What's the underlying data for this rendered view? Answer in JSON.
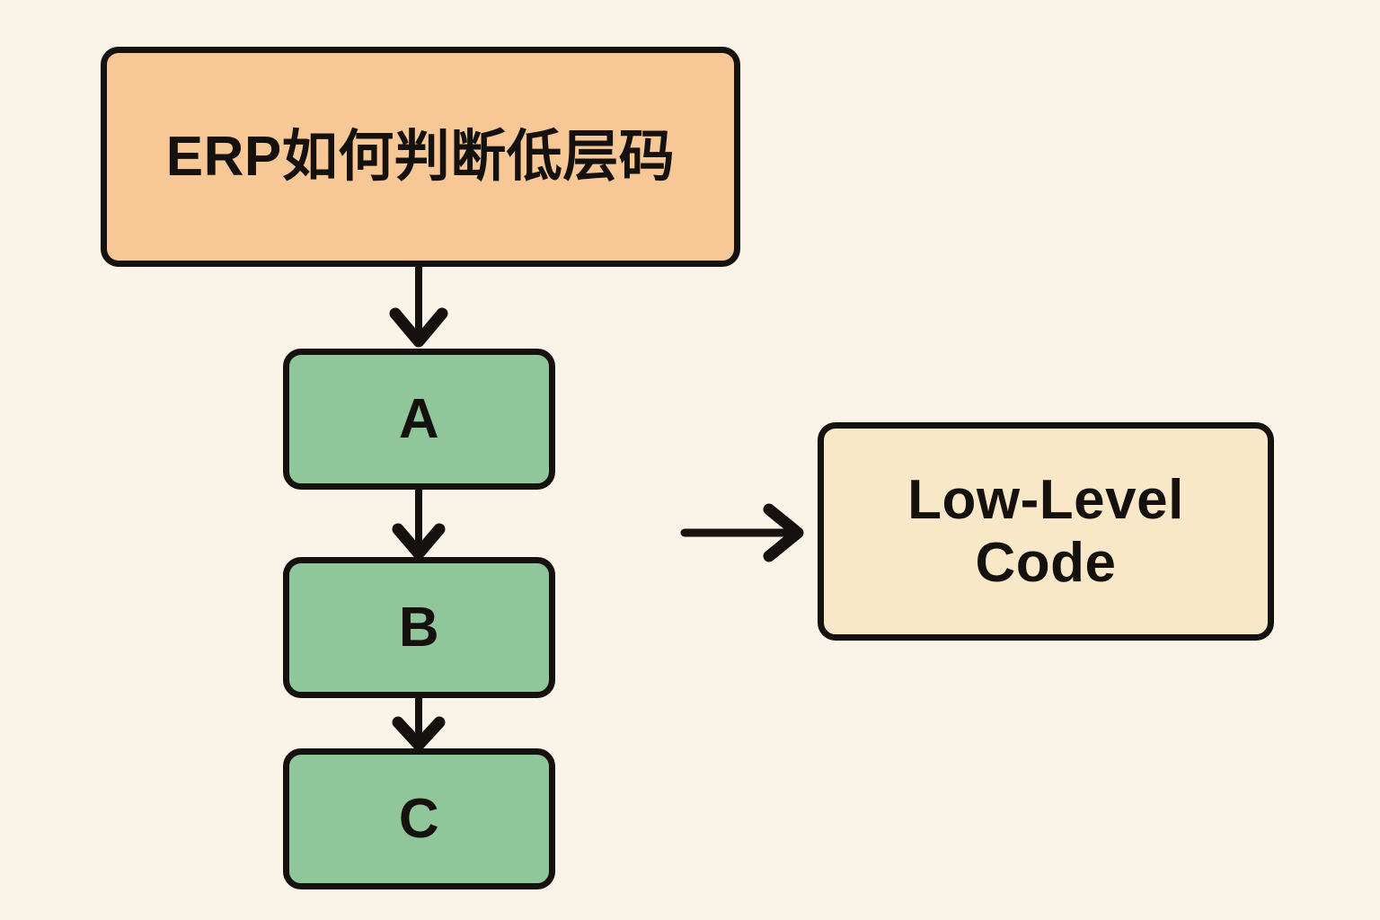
{
  "diagram": {
    "title": "ERP如何判断低层码",
    "background_color": "#faf3e8",
    "nodes": [
      {
        "id": "title",
        "label": "ERP如何判断低层码",
        "fill": "#f7c795",
        "stroke": "#15110f",
        "shape": "rounded-rectangle"
      },
      {
        "id": "a",
        "label": "A",
        "fill": "#8fc79a",
        "stroke": "#15110f",
        "shape": "rounded-rectangle"
      },
      {
        "id": "b",
        "label": "B",
        "fill": "#8fc79a",
        "stroke": "#15110f",
        "shape": "rounded-rectangle"
      },
      {
        "id": "c",
        "label": "C",
        "fill": "#8fc79a",
        "stroke": "#15110f",
        "shape": "rounded-rectangle"
      },
      {
        "id": "low-level-code",
        "label": "Low-Level Code",
        "fill": "#f8e8c8",
        "stroke": "#15110f",
        "shape": "rounded-rectangle"
      }
    ],
    "edges": [
      {
        "id": "title-to-a",
        "from": "title",
        "to": "a",
        "label": "",
        "direction": "down",
        "arrowhead": "open-v"
      },
      {
        "id": "a-to-b",
        "from": "a",
        "to": "b",
        "label": "",
        "direction": "down",
        "arrowhead": "open-v"
      },
      {
        "id": "b-to-c",
        "from": "b",
        "to": "c",
        "label": "",
        "direction": "down",
        "arrowhead": "open-v"
      },
      {
        "id": "to-low-level-code",
        "from": "",
        "to": "low-level-code",
        "label": "",
        "direction": "right",
        "arrowhead": "open-v"
      }
    ]
  }
}
